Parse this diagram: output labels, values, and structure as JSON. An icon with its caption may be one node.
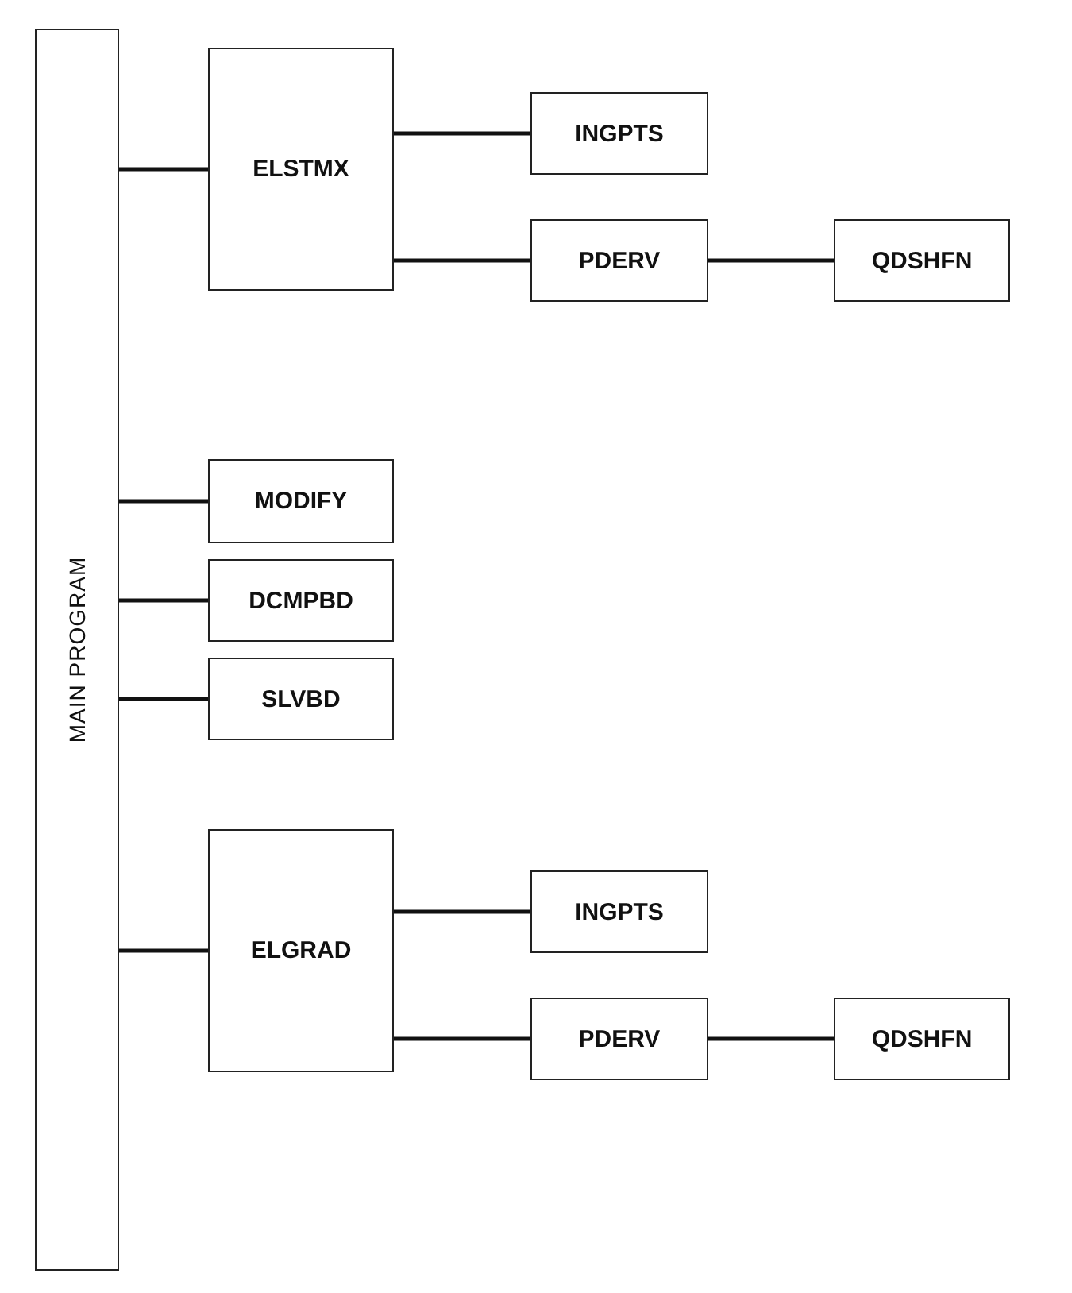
{
  "diagram": {
    "nodes": [
      {
        "text": [
          "MAIN PROGRAM"
        ]
      },
      {
        "text": [
          "ELSTMX"
        ]
      },
      {
        "text": [
          "INGPTS"
        ]
      },
      {
        "text": [
          "PDERV"
        ]
      },
      {
        "text": [
          "QDSHFN"
        ]
      },
      {
        "text": [
          "MODIFY"
        ]
      },
      {
        "text": [
          "DCMPBD"
        ]
      },
      {
        "text": [
          "SLVBD"
        ]
      },
      {
        "text": [
          "ELGRAD"
        ]
      },
      {
        "text": [
          "INGPTS"
        ]
      },
      {
        "text": [
          "PDERV"
        ]
      },
      {
        "text": [
          "QDSHFN"
        ]
      }
    ],
    "edges": [
      {
        "from": 0,
        "to": 1,
        "arrow": "none"
      },
      {
        "from": 1,
        "to": 2,
        "arrow": "none"
      },
      {
        "from": 1,
        "to": 3,
        "arrow": "none"
      },
      {
        "from": 3,
        "to": 4,
        "arrow": "none"
      },
      {
        "from": 0,
        "to": 5,
        "arrow": "none"
      },
      {
        "from": 0,
        "to": 6,
        "arrow": "none"
      },
      {
        "from": 0,
        "to": 7,
        "arrow": "none"
      },
      {
        "from": 0,
        "to": 8,
        "arrow": "none"
      },
      {
        "from": 8,
        "to": 9,
        "arrow": "none"
      },
      {
        "from": 8,
        "to": 10,
        "arrow": "none"
      },
      {
        "from": 10,
        "to": 11,
        "arrow": "none"
      }
    ]
  }
}
